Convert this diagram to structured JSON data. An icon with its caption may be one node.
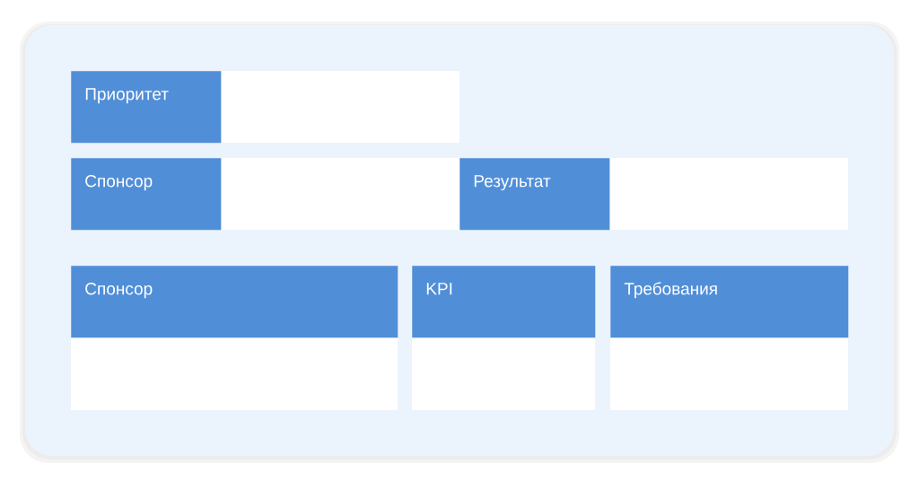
{
  "diagram": {
    "nodes": [
      {
        "text": [
          "Приоритет"
        ]
      },
      {
        "text": [
          "Спонсор"
        ]
      },
      {
        "text": [
          "Результат"
        ]
      },
      {
        "text": [
          "Спонсор"
        ]
      },
      {
        "text": [
          "KPI"
        ]
      },
      {
        "text": [
          "Требования"
        ]
      }
    ]
  }
}
